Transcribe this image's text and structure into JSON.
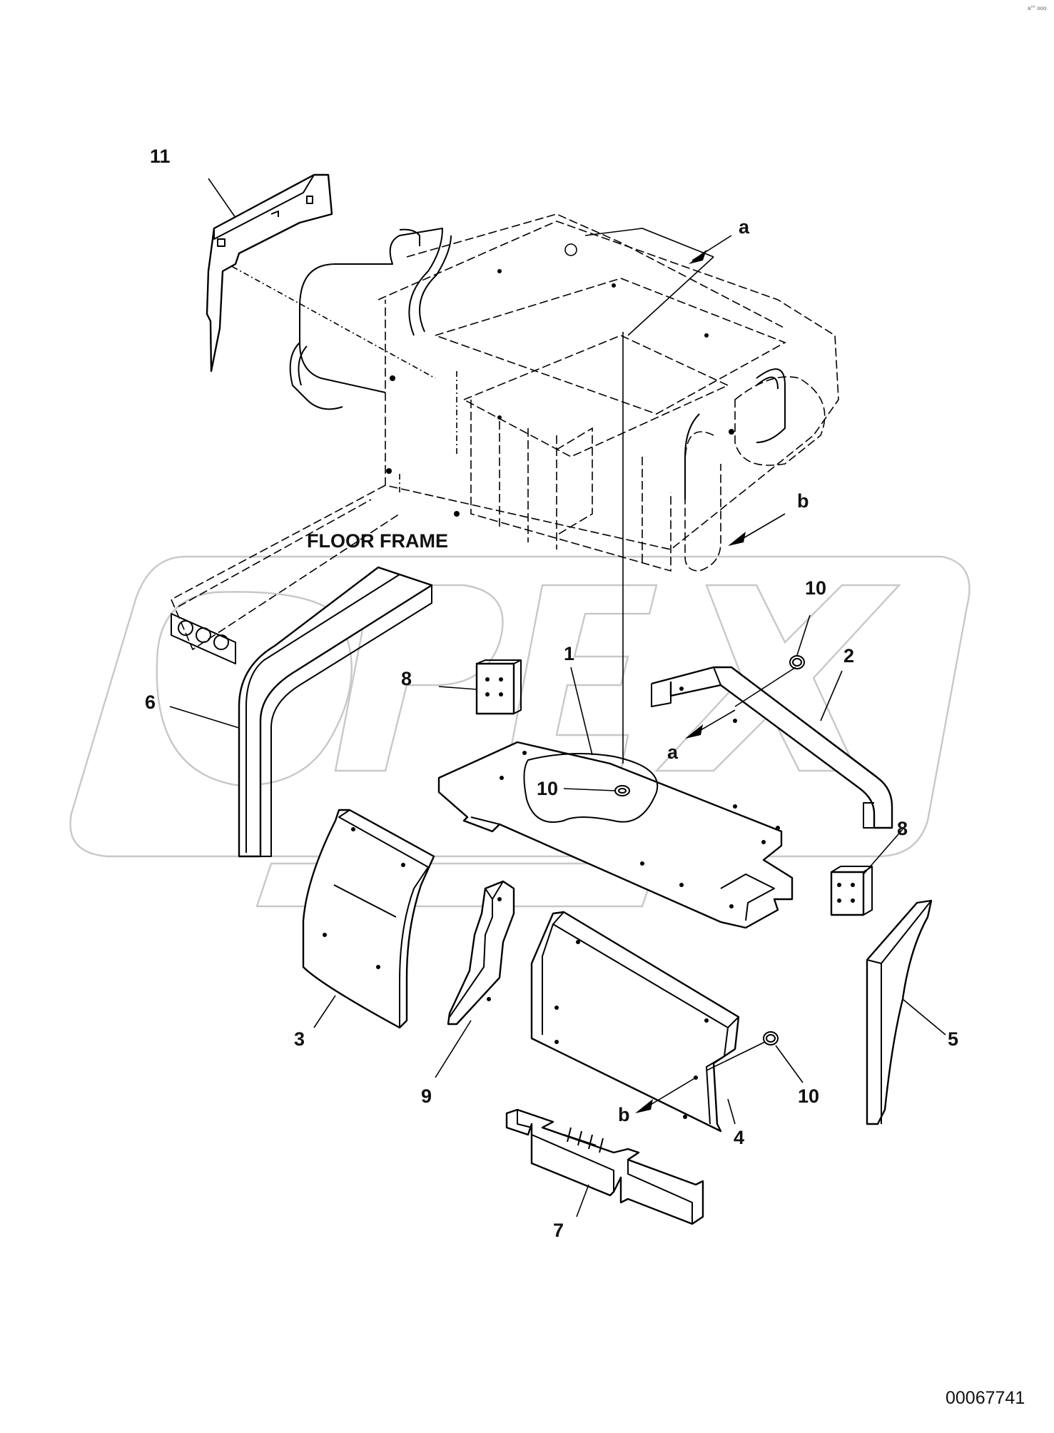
{
  "drawing_number": "00067741",
  "corner_mark": "a°° ooo",
  "watermark": "OPEX",
  "assembly_label": "FLOOR FRAME",
  "part_labels": {
    "p1": "1",
    "p2": "2",
    "p3": "3",
    "p4": "4",
    "p5": "5",
    "p6": "6",
    "p7": "7",
    "p8a": "8",
    "p8b": "8",
    "p9": "9",
    "p10a": "10",
    "p10b": "10",
    "p10c": "10",
    "p11": "11"
  },
  "reference_labels": {
    "a1": "a",
    "a2": "a",
    "b1": "b",
    "b2": "b"
  },
  "colors": {
    "line": "#000000",
    "watermark": "#c8c8c8",
    "background": "#ffffff"
  }
}
